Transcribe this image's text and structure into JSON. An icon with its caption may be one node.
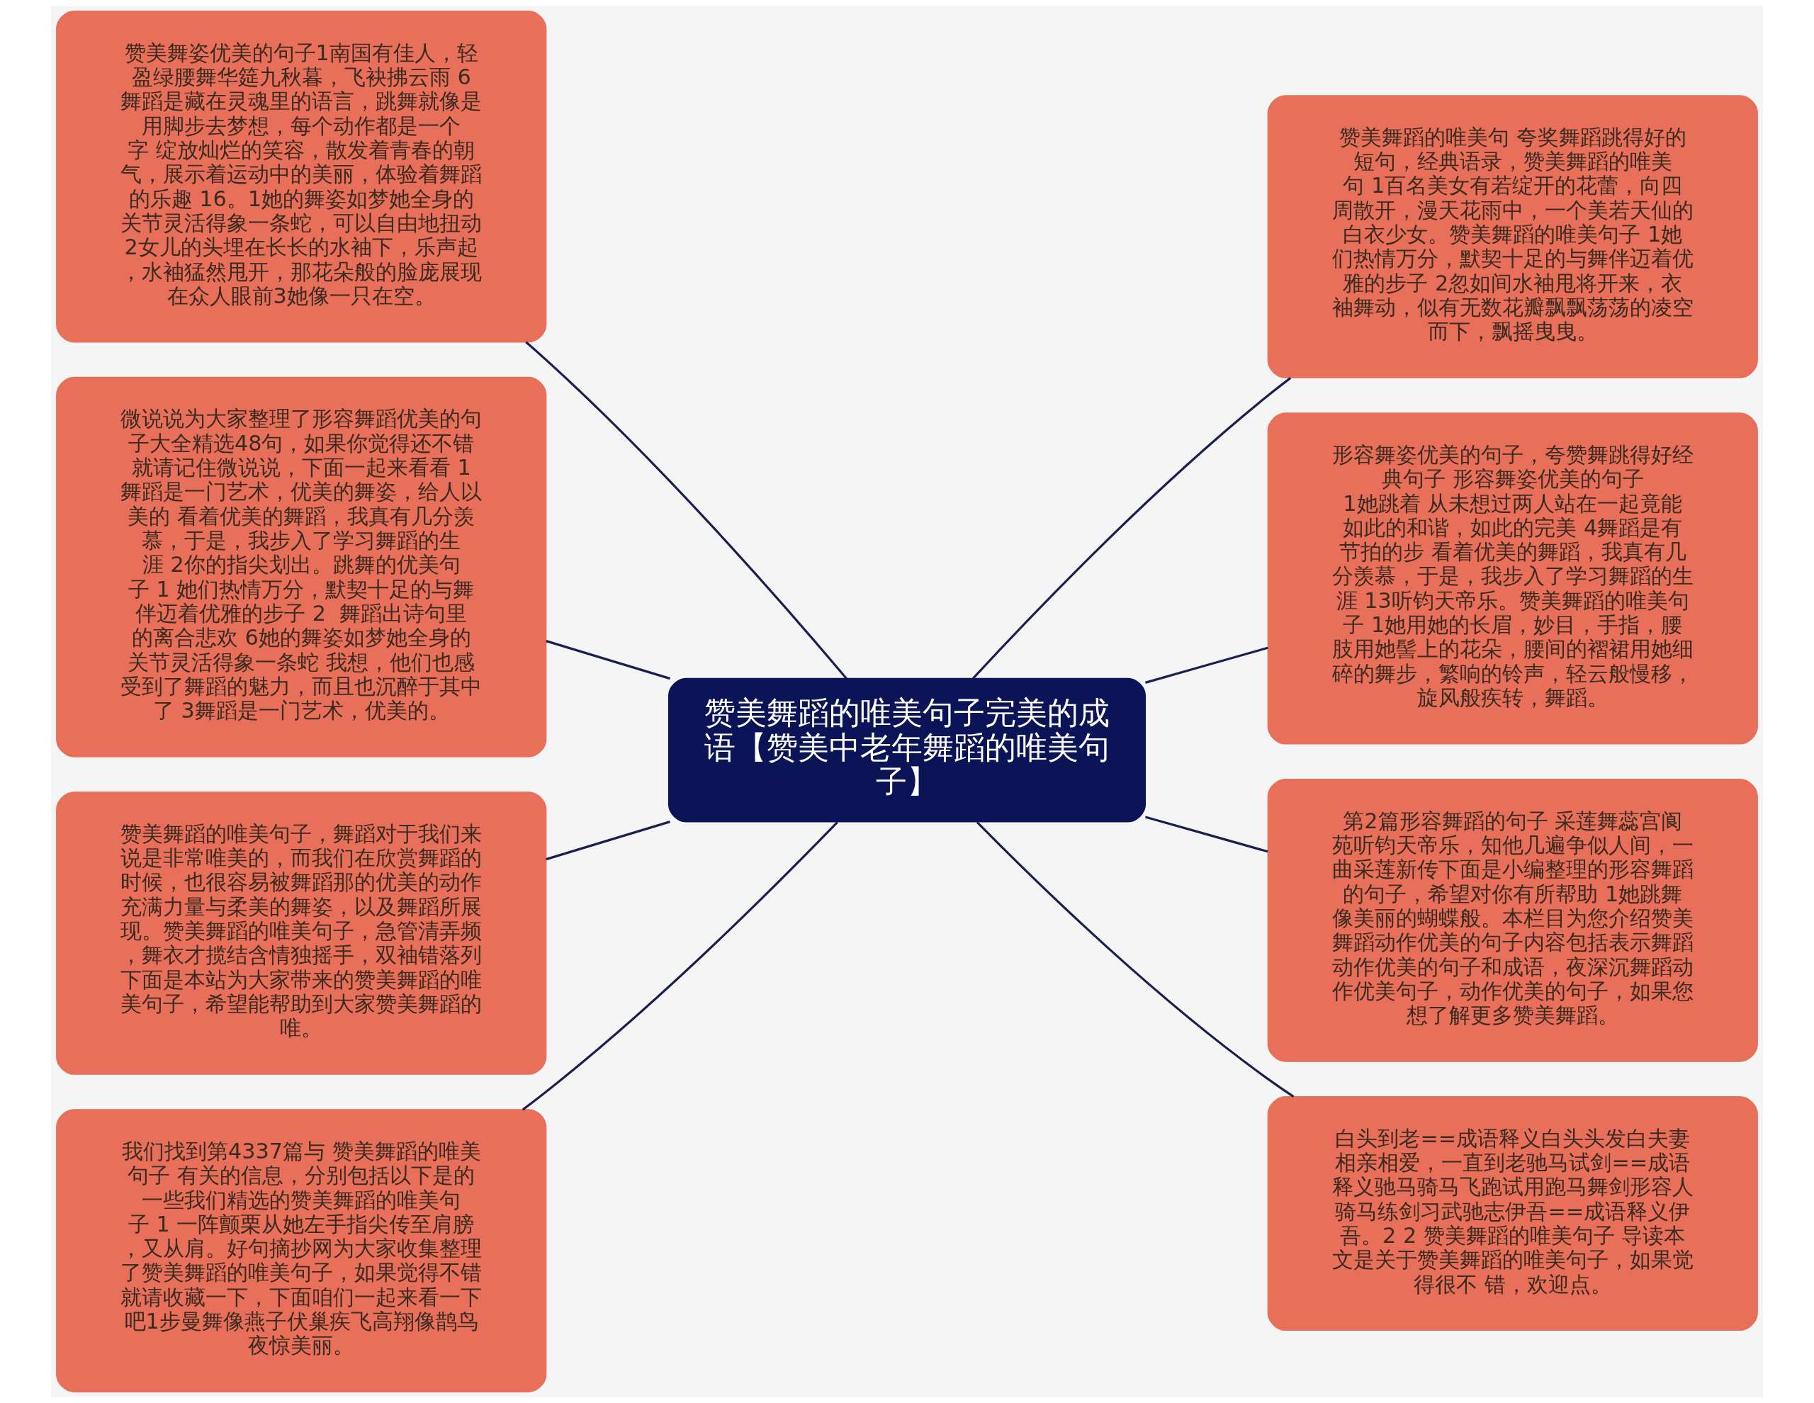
{
  "diagram": {
    "nodes": [
      {
        "text": [
          "赞美舞蹈的唯美句子完美的成语【赞美中老年舞蹈的唯美句子】"
        ]
      },
      {
        "text": [
          "赞美舞姿优美的句子1南国有佳人，轻盈绿腰舞华筵九秋暮，飞袂拂云雨 6舞蹈是藏在灵魂里的语言，跳舞就像是用脚步去梦想，每个动作都是一个字 绽放灿烂的笑容，散发着青春的朝气，展示着运动中的美丽，体验着舞蹈的乐趣 16。1她的舞姿如梦她全身的关节灵活得象一条蛇，可以自由地扭动2女儿的头埋在长长的水袖下，乐声起，水袖猛然甩开，那花朵般的脸庞展现在众人眼前3她像一只在空。"
        ]
      },
      {
        "text": [
          "微说说为大家整理了形容舞蹈优美的句子大全精选48句，如果你觉得还不错就请记住微说说，下面一起来看看 1舞蹈是一门艺术，优美的舞姿，给人以美的 看着优美的舞蹈，我真有几分羡慕，于是，我步入了学习舞蹈的生涯 2你的指尖划出。跳舞的优美句子 1 她们热情万分，默契十足的与舞伴迈着优雅的步子 2  舞蹈出诗句里的离合悲欢 6她的舞姿如梦她全身的关节灵活得象一条蛇 我想，他们也感受到了舞蹈的魅力，而且也沉醉于其中了 3舞蹈是一门艺术，优美的。"
        ]
      },
      {
        "text": [
          "赞美舞蹈的唯美句子，舞蹈对于我们来说是非常唯美的，而我们在欣赏舞蹈的时候，也很容易被舞蹈那的优美的动作充满力量与柔美的舞姿，以及舞蹈所展现。赞美舞蹈的唯美句子，急管清弄频，舞衣才揽结含情独摇手，双袖错落列下面是本站为大家带来的赞美舞蹈的唯美句子，希望能帮助到大家赞美舞蹈的唯。"
        ]
      },
      {
        "text": [
          "我们找到第4337篇与 赞美舞蹈的唯美句子 有关的信息，分别包括以下是的一些我们精选的赞美舞蹈的唯美句子 1 一阵颤栗从她左手指尖传至肩膀，又从肩。好句摘抄网为大家收集整理了赞美舞蹈的唯美句子，如果觉得不错就请收藏一下，下面咱们一起来看一下吧1步曼舞像燕子伏巢疾飞高翔像鹊鸟夜惊美丽。"
        ]
      },
      {
        "text": [
          "赞美舞蹈的唯美句 夸奖舞蹈跳得好的短句，经典语录，赞美舞蹈的唯美句 1百名美女有若绽开的花蕾，向四周散开，漫天花雨中，一个美若天仙的白衣少女。赞美舞蹈的唯美句子 1她们热情万分，默契十足的与舞伴迈着优雅的步子 2忽如间水袖甩将开来，衣袖舞动，似有无数花瓣飘飘荡荡的凌空而下，飘摇曳曳。"
        ]
      },
      {
        "text": [
          "形容舞姿优美的句子，夸赞舞跳得好经典句子 形容舞姿优美的句子 1她跳着 从未想过两人站在一起竟能如此的和谐，如此的完美 4舞蹈是有节拍的步 看着优美的舞蹈，我真有几分羡慕，于是，我步入了学习舞蹈的生涯 13听钧天帝乐。赞美舞蹈的唯美句子 1她用她的长眉，妙目，手指，腰肢用她髻上的花朵，腰间的褶裙用她细碎的舞步，繁响的铃声，轻云般慢移，旋风般疾转，舞蹈。"
        ]
      },
      {
        "text": [
          "第2篇形容舞蹈的句子 采莲舞蕊宫阆苑听钧天帝乐，知他几遍争似人间，一曲采莲新传下面是小编整理的形容舞蹈的句子，希望对你有所帮助 1她跳舞像美丽的蝴蝶般。本栏目为您介绍赞美舞蹈动作优美的句子内容包括表示舞蹈动作优美的句子和成语，夜深沉舞蹈动作优美句子，动作优美的句子，如果您想了解更多赞美舞蹈。"
        ]
      },
      {
        "text": [
          "白头到老==成语释义白头头发白夫妻相亲相爱，一直到老驰马试剑==成语释义驰马骑马飞跑试用跑马舞剑形容人骑马练剑习武驰志伊吾==成语释义伊吾。2 2 赞美舞蹈的唯美句子 导读本文是关于赞美舞蹈的唯美句子，如果觉得很不 错，欢迎点。"
        ]
      }
    ],
    "edges": [
      {
        "from": 0,
        "to": 1,
        "arrow": "none"
      },
      {
        "from": 0,
        "to": 2,
        "arrow": "none"
      },
      {
        "from": 0,
        "to": 3,
        "arrow": "none"
      },
      {
        "from": 0,
        "to": 4,
        "arrow": "none"
      },
      {
        "from": 0,
        "to": 5,
        "arrow": "none"
      },
      {
        "from": 0,
        "to": 6,
        "arrow": "none"
      },
      {
        "from": 0,
        "to": 7,
        "arrow": "none"
      },
      {
        "from": 0,
        "to": 8,
        "arrow": "none"
      }
    ]
  }
}
